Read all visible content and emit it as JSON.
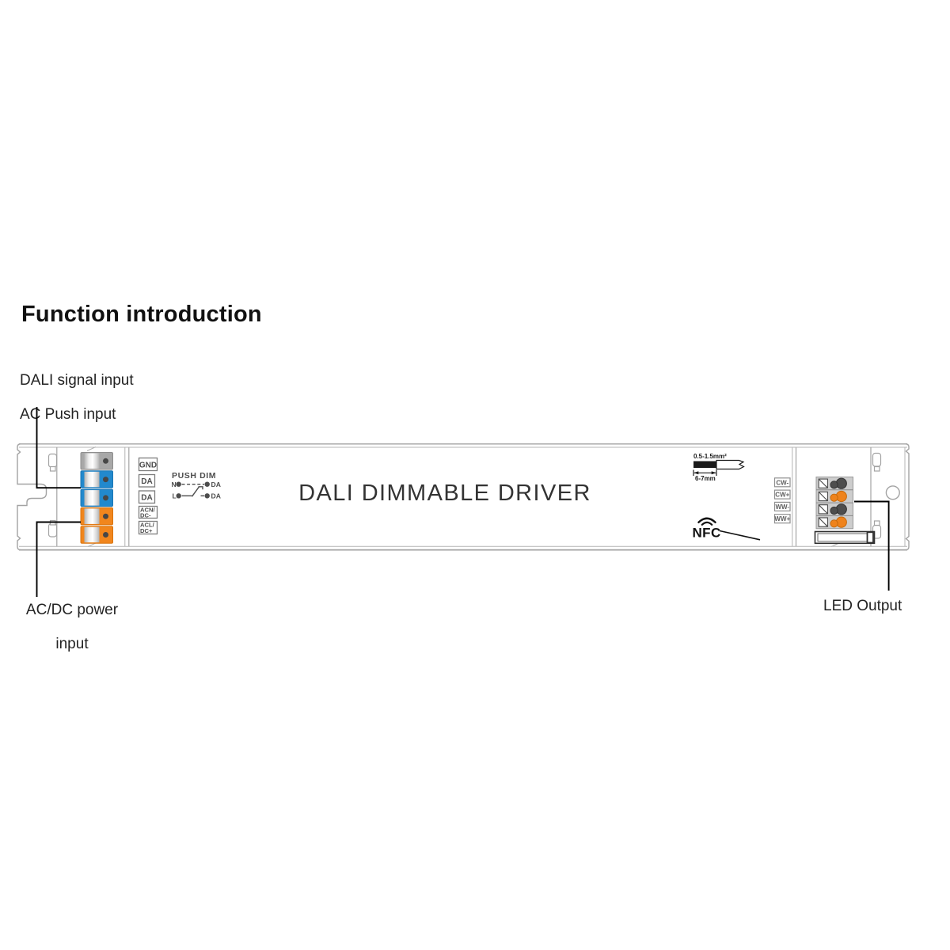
{
  "page": {
    "title": "Function introduction"
  },
  "annotations": {
    "dali_input": {
      "line1": "DALI signal input",
      "line2": "AC Push input"
    },
    "power_input": {
      "line1": "AC/DC power",
      "line2": "input"
    },
    "led_output": "LED Output"
  },
  "device": {
    "title": "DALI DIMMABLE DRIVER",
    "nfc_label": "NFC",
    "wire_spec": {
      "cross_section": "0.5-1.5mm²",
      "strip_length": "6-7mm"
    },
    "push_dim": {
      "title": "PUSH DIM",
      "n": "N",
      "l": "L",
      "da_top": "DA",
      "da_bottom": "DA"
    },
    "input_terminals": {
      "gnd": "GND",
      "da1": "DA",
      "da2": "DA",
      "acn_l1": "ACN/",
      "acn_l2": "DC-",
      "acl_l1": "ACL/",
      "acl_l2": "DC+"
    },
    "output_terminals": {
      "cw_neg": "CW-",
      "cw_pos": "CW+",
      "ww_neg": "WW-",
      "ww_pos": "WW+"
    },
    "colors": {
      "terminal_gray": "#a8a8a8",
      "terminal_blue": "#2289cd",
      "terminal_orange": "#f1861d",
      "lever_dark": "#4e4e4e",
      "lever_orange": "#ef831c",
      "outline_gray": "#a3a3a3",
      "leader_black": "#000000"
    }
  }
}
